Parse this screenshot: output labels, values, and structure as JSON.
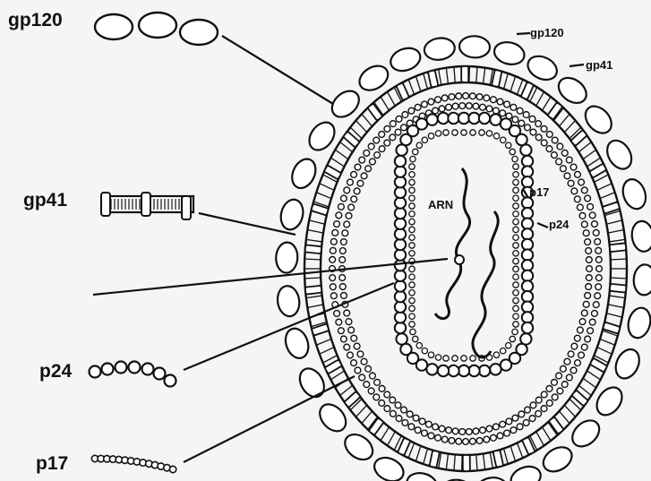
{
  "diagram": {
    "left_labels": {
      "gp120": "gp120",
      "gp41": "gp41",
      "p24": "p24",
      "p17": "p17"
    },
    "virion_labels": {
      "gp120": "gp120",
      "gp41": "gp41",
      "p17": "p17",
      "p24": "p24",
      "arn": "ARN"
    },
    "colors": {
      "ink": "#111111",
      "background": "#f6f5f3",
      "fill": "#ffffff"
    }
  }
}
